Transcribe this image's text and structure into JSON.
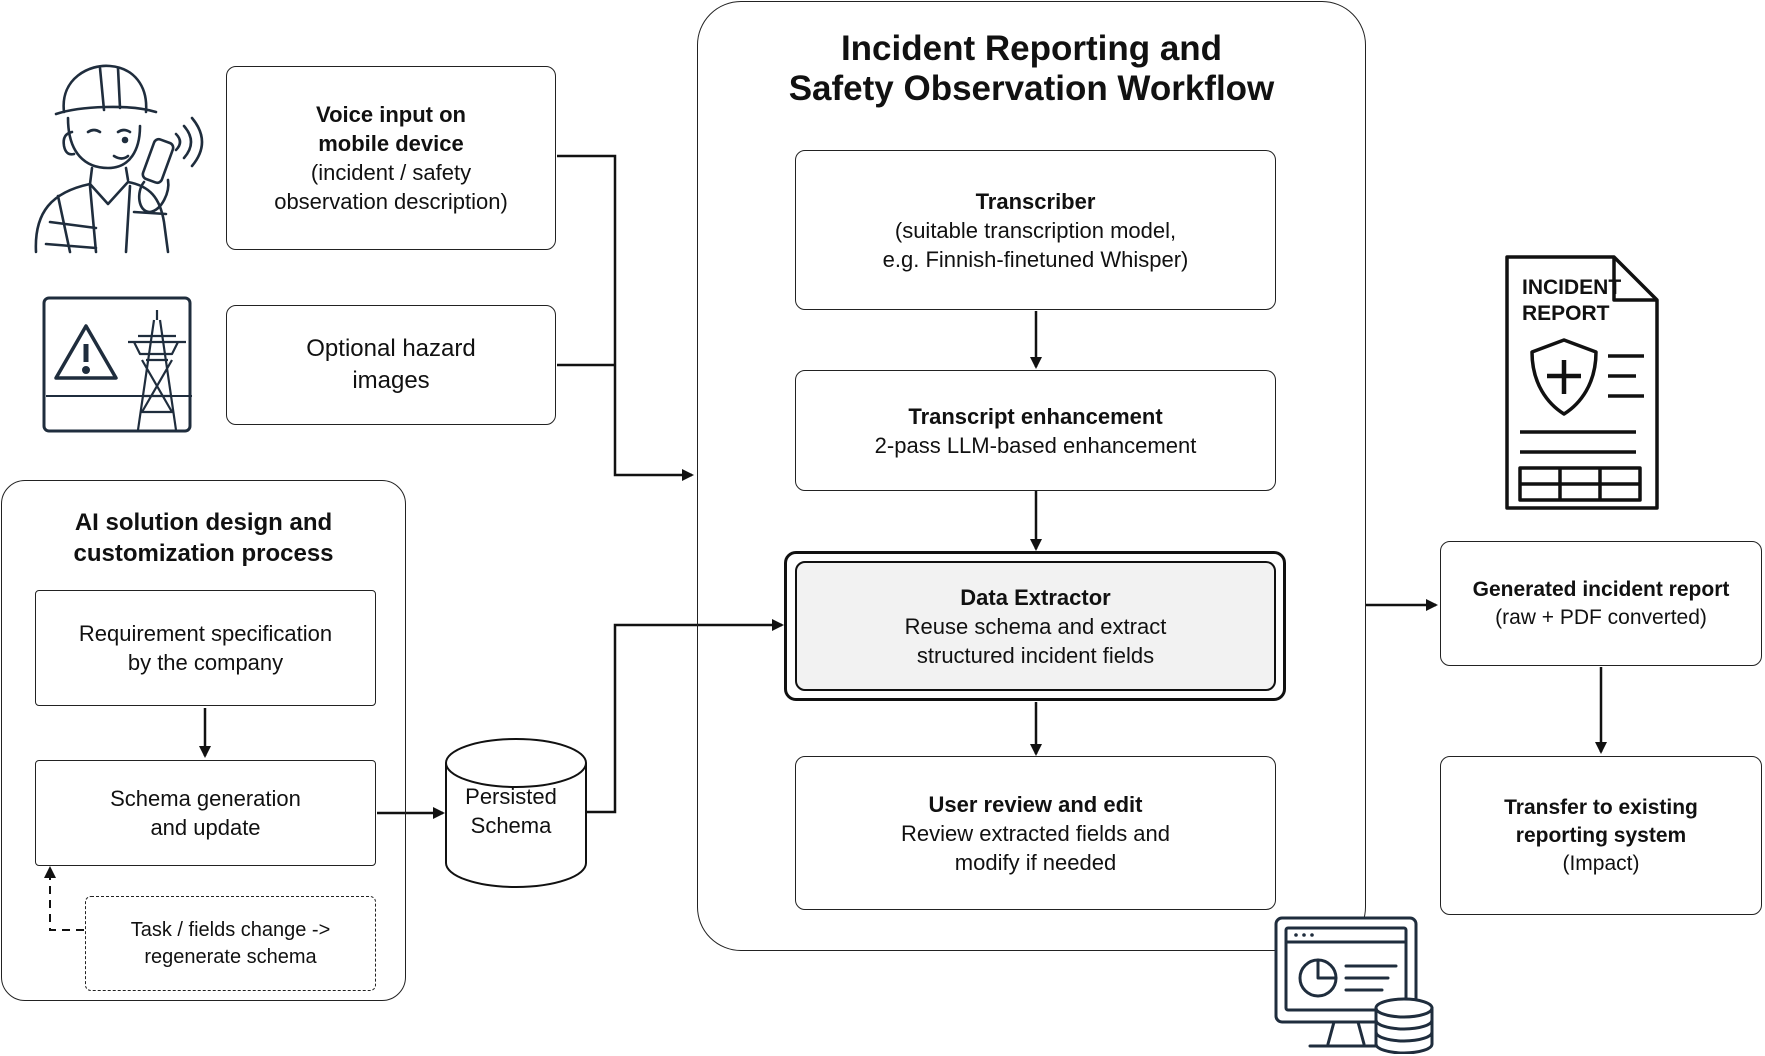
{
  "workflow": {
    "title_line1": "Incident Reporting and",
    "title_line2": "Safety Observation Workflow",
    "transcriber": {
      "title": "Transcriber",
      "line1": "(suitable transcription model,",
      "line2": "e.g. Finnish-finetuned Whisper)"
    },
    "enhancement": {
      "title": "Transcript enhancement",
      "line1": "2-pass LLM-based enhancement"
    },
    "extractor": {
      "title": "Data Extractor",
      "line1": "Reuse schema and extract",
      "line2": "structured incident fields"
    },
    "review": {
      "title": "User review and edit",
      "line1": "Review extracted fields and",
      "line2": "modify if needed"
    }
  },
  "inputs": {
    "voice": {
      "title_line1": "Voice input on",
      "title_line2": "mobile device",
      "line1": "(incident / safety",
      "line2": "observation description)"
    },
    "images": {
      "line1": "Optional hazard",
      "line2": "images"
    }
  },
  "design": {
    "title_line1": "AI solution design and",
    "title_line2": "customization process",
    "requirement": {
      "line1": "Requirement specification",
      "line2": "by the company"
    },
    "schema_gen": {
      "line1": "Schema generation",
      "line2": "and update"
    },
    "task_change": {
      "line1": "Task / fields change ->",
      "line2": "regenerate schema"
    }
  },
  "persisted_schema": {
    "line1": "Persisted",
    "line2": "Schema"
  },
  "outputs": {
    "report_icon": {
      "line1": "INCIDENT",
      "line2": "REPORT"
    },
    "generated": {
      "title": "Generated incident report",
      "line1": "(raw + PDF converted)"
    },
    "transfer": {
      "title_line1": "Transfer to existing",
      "title_line2": "reporting system",
      "line1": "(Impact)"
    }
  },
  "icons": [
    "construction-worker-icon",
    "hazard-warning-icon",
    "incident-report-document-icon",
    "dashboard-database-icon"
  ]
}
